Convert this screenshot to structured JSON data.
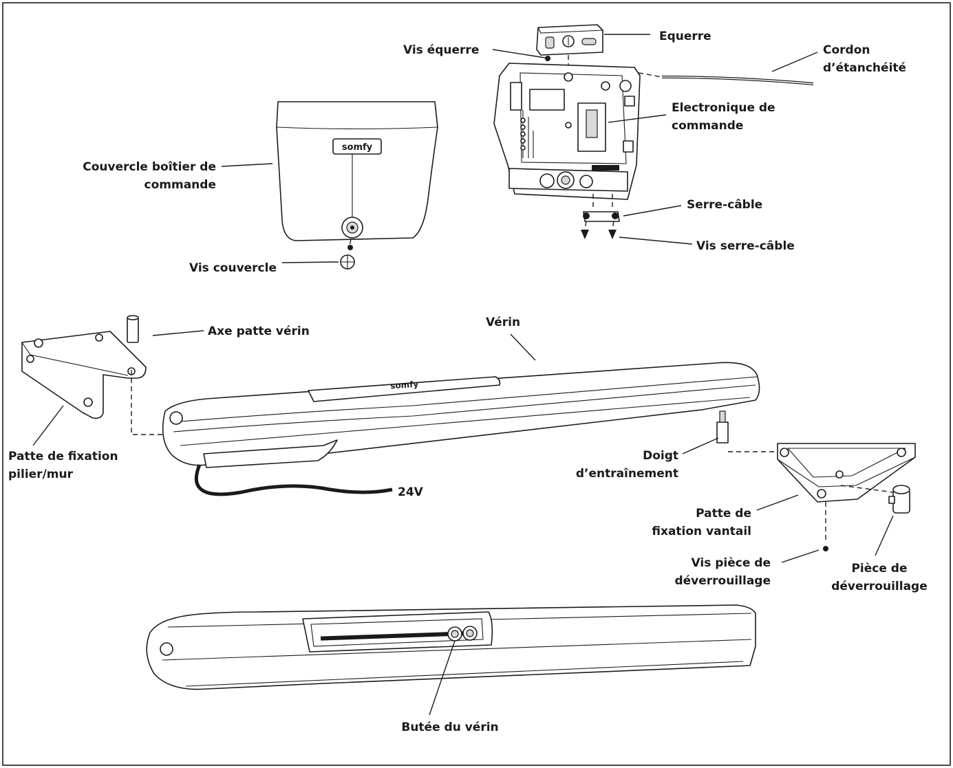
{
  "brand": {
    "logo_text": "somfy"
  },
  "labels": {
    "equerre": "Equerre",
    "vis_equerre": "Vis équerre",
    "cordon_1": "Cordon",
    "cordon_2": "d’étanchéité",
    "electronique_1": "Electronique de",
    "electronique_2": "commande",
    "couvercle_1": "Couvercle boîtier de",
    "couvercle_2": "commande",
    "serre_cable": "Serre-câble",
    "vis_serre_cable": "Vis serre-câble",
    "vis_couvercle": "Vis couvercle",
    "axe_patte": "Axe patte vérin",
    "verin": "Vérin",
    "patte_pilier_1": "Patte de fixation",
    "patte_pilier_2": "pilier/mur",
    "voltage": "24V",
    "doigt_1": "Doigt",
    "doigt_2": "d’entraînement",
    "patte_vantail_1": "Patte de",
    "patte_vantail_2": "fixation vantail",
    "vis_piece_1": "Vis pièce de",
    "vis_piece_2": "déverrouillage",
    "piece_1": "Pièce de",
    "piece_2": "déverrouillage",
    "butee": "Butée du vérin"
  }
}
